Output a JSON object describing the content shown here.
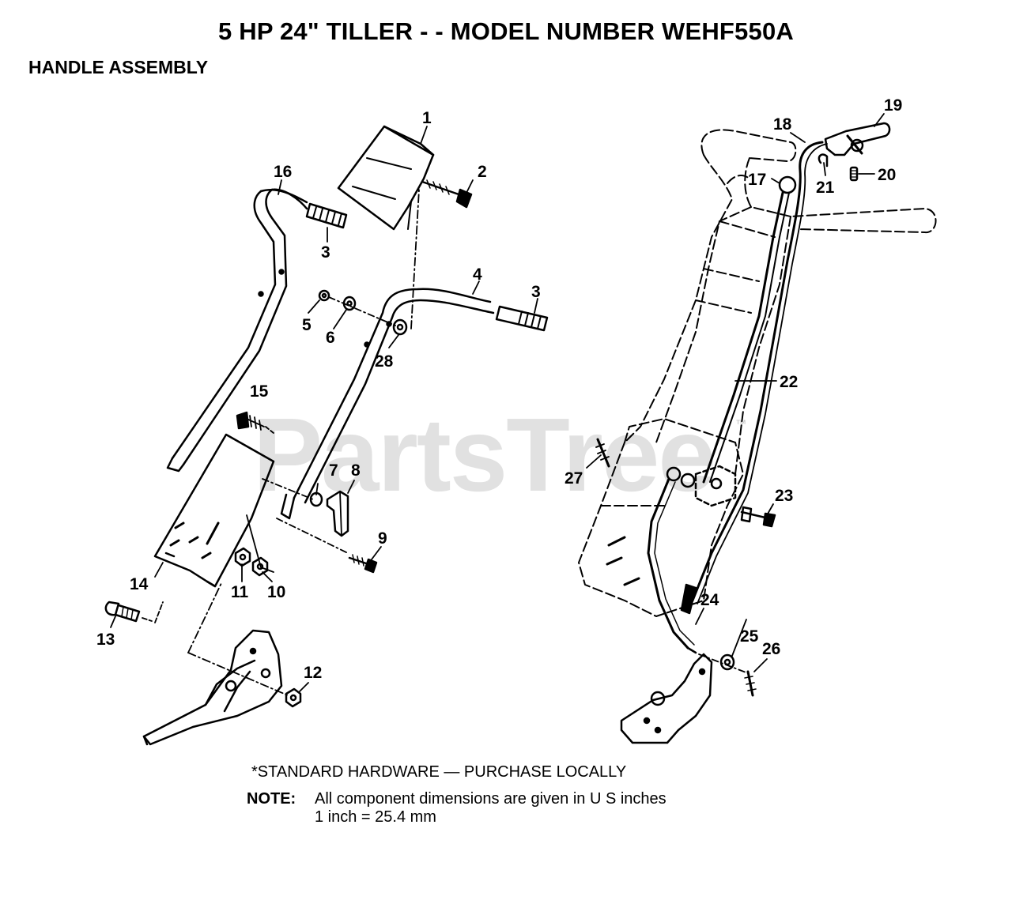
{
  "header": {
    "title": "5 HP 24\" TILLER - - MODEL NUMBER WEHF550A",
    "subtitle": "HANDLE ASSEMBLY"
  },
  "watermark": {
    "text": "PartsTree",
    "tm": "™"
  },
  "callouts": {
    "c1": "1",
    "c2": "2",
    "c3a": "3",
    "c3b": "3",
    "c4": "4",
    "c5": "5",
    "c6": "6",
    "c7": "7",
    "c8": "8",
    "c9": "9",
    "c10": "10",
    "c11": "11",
    "c12": "12",
    "c13": "13",
    "c14": "14",
    "c15": "15",
    "c16": "16",
    "c17": "17",
    "c18": "18",
    "c19": "19",
    "c20": "20",
    "c21": "21",
    "c22": "22",
    "c23": "23",
    "c24": "24",
    "c25": "25",
    "c26": "26",
    "c27": "27",
    "c28": "28"
  },
  "footer": {
    "hardware": "*STANDARD HARDWARE — PURCHASE LOCALLY",
    "note_label": "NOTE:",
    "note_text": "All component dimensions are given in U S  inches",
    "conversion": "1 inch = 25.4 mm"
  }
}
